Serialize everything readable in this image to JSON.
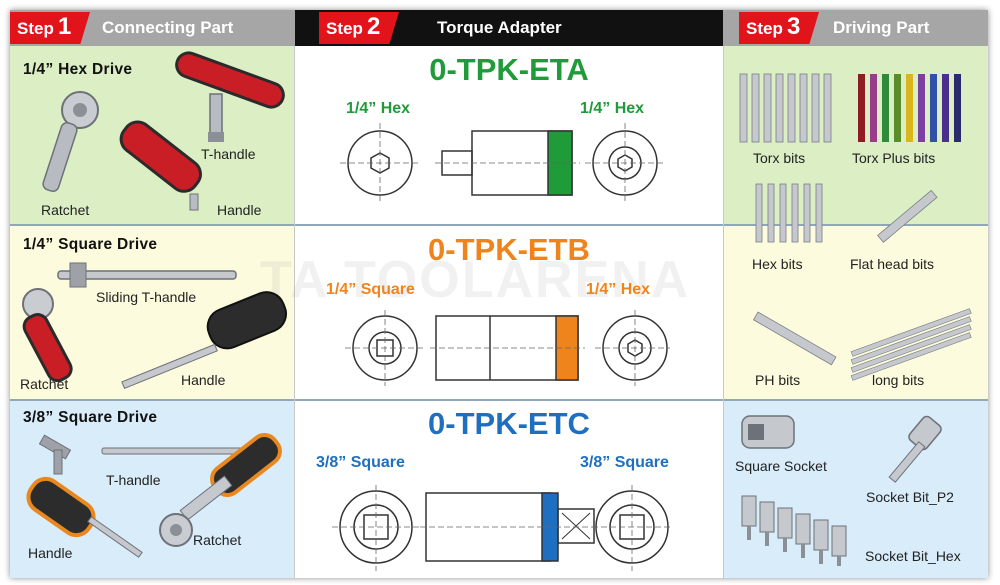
{
  "step_word": "Step",
  "headers": [
    {
      "num": "1",
      "title": "Connecting Part"
    },
    {
      "num": "2",
      "title": "Torque Adapter"
    },
    {
      "num": "3",
      "title": "Driving Part"
    }
  ],
  "connecting": [
    {
      "title": "1/4” Hex Drive",
      "labels": [
        "T-handle",
        "Ratchet",
        "Handle"
      ]
    },
    {
      "title": "1/4” Square Drive",
      "labels": [
        "Sliding T-handle",
        "Ratchet",
        "Handle"
      ]
    },
    {
      "title": "3/8” Square Drive",
      "labels": [
        "T-handle",
        "Handle",
        "Ratchet"
      ]
    }
  ],
  "adapters": [
    {
      "model": "0-TPK-ETA",
      "left": "1/4” Hex",
      "right": "1/4” Hex",
      "color": "#1f9b3a"
    },
    {
      "model": "0-TPK-ETB",
      "left": "1/4” Square",
      "right": "1/4” Hex",
      "color": "#f0841c"
    },
    {
      "model": "0-TPK-ETC",
      "left": "3/8” Square",
      "right": "3/8” Square",
      "color": "#1f6fc0"
    }
  ],
  "driving": {
    "labels": [
      "Torx bits",
      "Torx Plus bits",
      "Hex bits",
      "Flat head bits",
      "PH bits",
      "long bits",
      "Square Socket",
      "Socket Bit_P2",
      "Socket Bit_Hex"
    ]
  },
  "colors": {
    "red": "#e1141b",
    "grey": "#a6a6a6",
    "black": "#111111",
    "green_bg": "#dbeec4",
    "yellow_bg": "#fdfbdd",
    "blue_bg": "#d9ecfa"
  },
  "watermark": "TA TOOLARENA"
}
